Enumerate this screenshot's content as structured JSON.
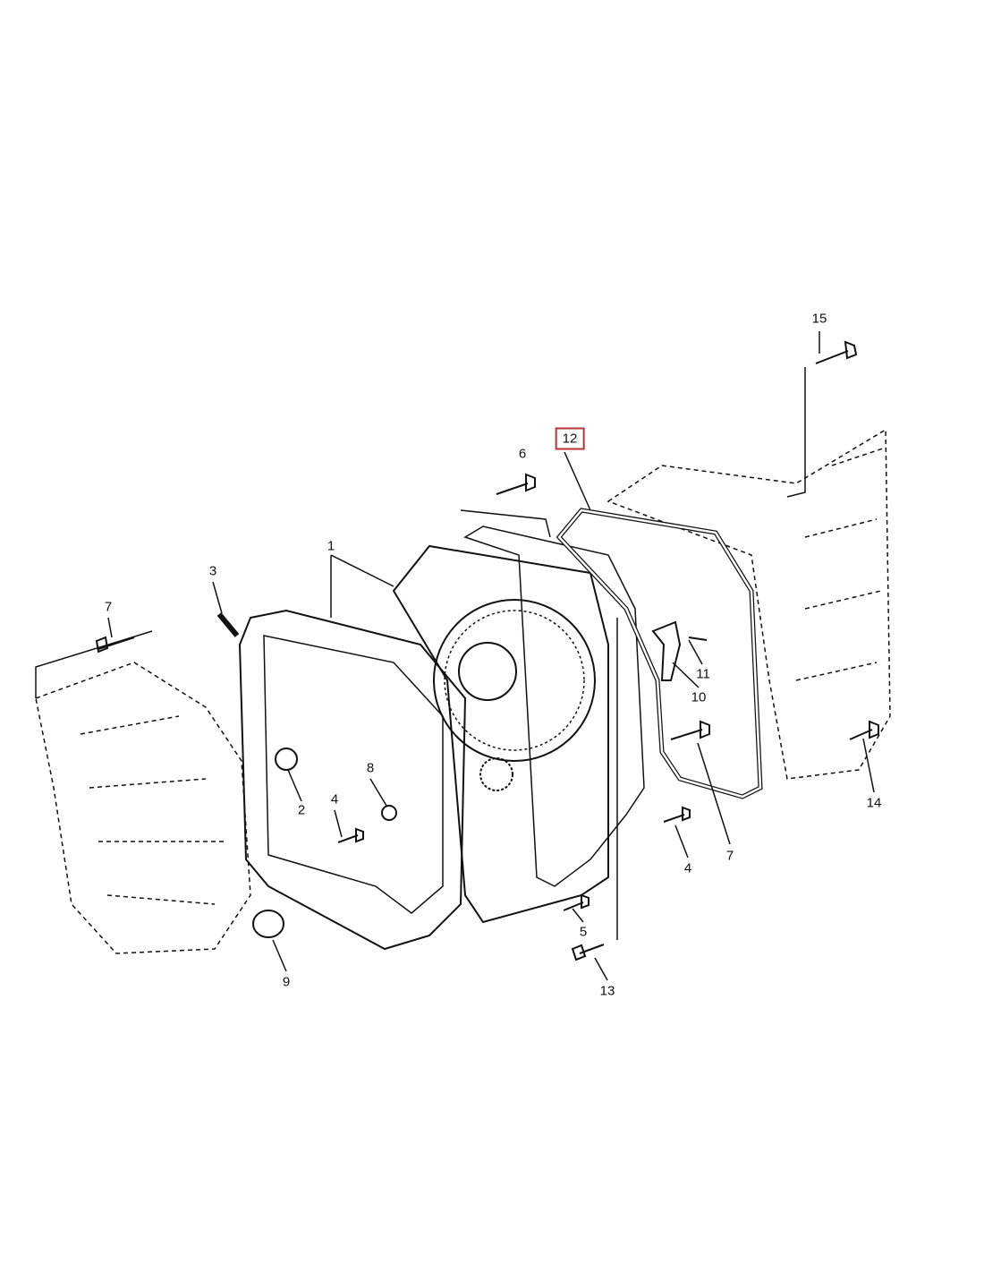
{
  "diagram": {
    "highlight_color": "#b5343a",
    "callouts": [
      {
        "id": "15",
        "text": "15"
      },
      {
        "id": "12",
        "text": "12",
        "highlighted": true
      },
      {
        "id": "6",
        "text": "6"
      },
      {
        "id": "1",
        "text": "1"
      },
      {
        "id": "3",
        "text": "3"
      },
      {
        "id": "7a",
        "text": "7"
      },
      {
        "id": "11",
        "text": "11"
      },
      {
        "id": "10",
        "text": "10"
      },
      {
        "id": "8",
        "text": "8"
      },
      {
        "id": "2",
        "text": "2"
      },
      {
        "id": "4a",
        "text": "4"
      },
      {
        "id": "14",
        "text": "14"
      },
      {
        "id": "4b",
        "text": "4"
      },
      {
        "id": "7b",
        "text": "7"
      },
      {
        "id": "5",
        "text": "5"
      },
      {
        "id": "9",
        "text": "9"
      },
      {
        "id": "13",
        "text": "13"
      }
    ]
  }
}
